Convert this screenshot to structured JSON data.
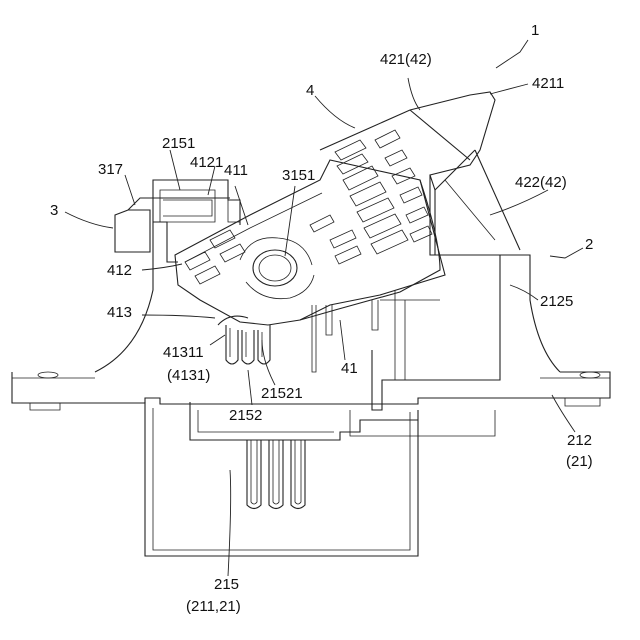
{
  "labels": {
    "l1": "1",
    "l421": "421(42)",
    "l4211": "4211",
    "l4": "4",
    "l2151": "2151",
    "l4121": "4121",
    "l317": "317",
    "l411": "411",
    "l3151": "3151",
    "l422": "422(42)",
    "l3": "3",
    "l2": "2",
    "l412": "412",
    "l2125": "2125",
    "l413": "413",
    "l41311": "41311",
    "l4131": "(4131)",
    "l21521": "21521",
    "l41": "41",
    "l2152": "2152",
    "l212": "212",
    "l21": "(21)",
    "l215": "215",
    "l211_21": "(211,21)"
  }
}
